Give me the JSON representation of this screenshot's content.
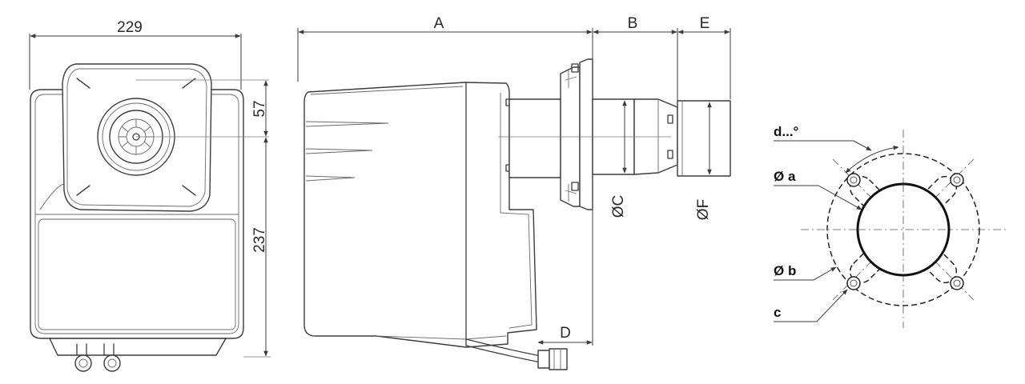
{
  "front_view": {
    "width_label": "229",
    "top_label": "57",
    "height_label": "237"
  },
  "side_view": {
    "dim_a": "A",
    "dim_b": "B",
    "dim_e": "E",
    "dim_d": "D",
    "dia_c": "ØC",
    "dia_f": "ØF"
  },
  "flange_view": {
    "angle_label": "d...°",
    "dia_a_label": "Ø a",
    "dia_b_label": "Ø b",
    "hole_label": "c"
  }
}
